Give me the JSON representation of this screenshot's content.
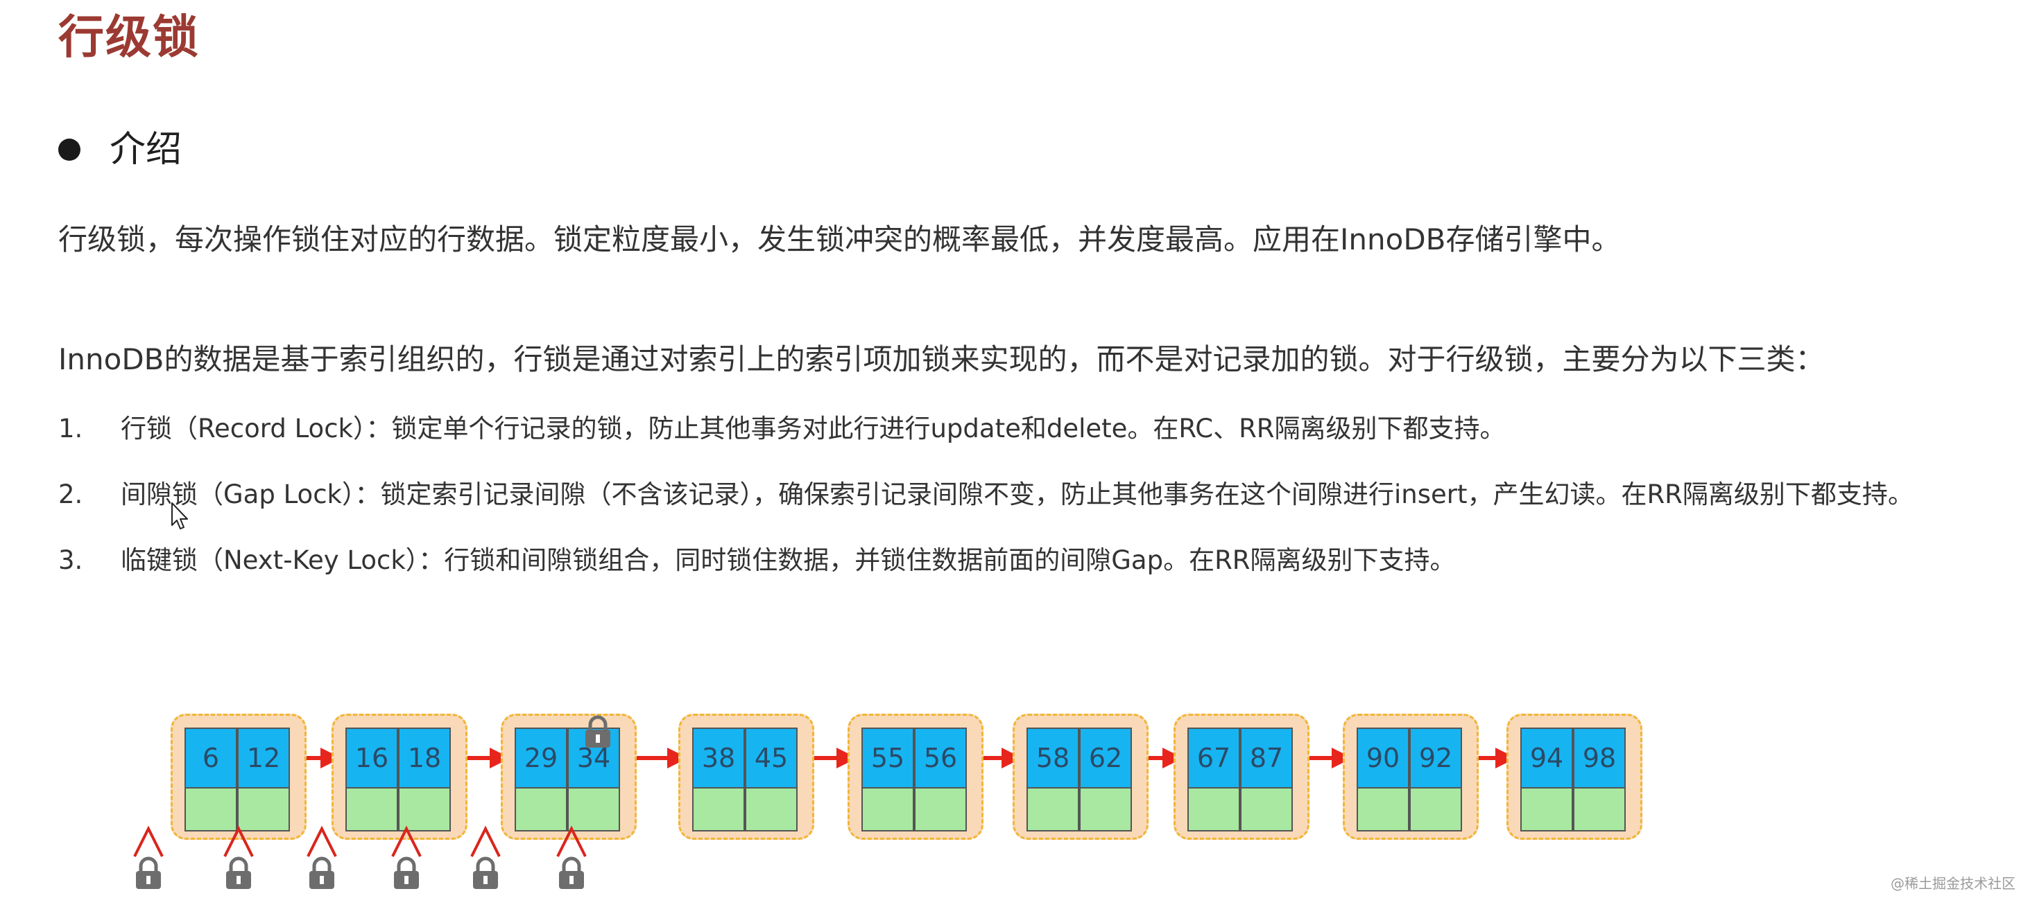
{
  "title": "行级锁",
  "section_heading": "介绍",
  "paragraph_1": "行级锁，每次操作锁住对应的行数据。锁定粒度最小，发生锁冲突的概率最低，并发度最高。应用在InnoDB存储引擎中。",
  "paragraph_2": "InnoDB的数据是基于索引组织的，行锁是通过对索引上的索引项加锁来实现的，而不是对记录加的锁。对于行级锁，主要分为以下三类：",
  "list": [
    {
      "number": "1.",
      "text": "行锁（Record Lock）：锁定单个行记录的锁，防止其他事务对此行进行update和delete。在RC、RR隔离级别下都支持。"
    },
    {
      "number": "2.",
      "text": "间隙锁（Gap Lock）：锁定索引记录间隙（不含该记录），确保索引记录间隙不变，防止其他事务在这个间隙进行insert，产生幻读。在RR隔离级别下都支持。"
    },
    {
      "number": "3.",
      "text": "临键锁（Next-Key Lock）：行锁和间隙锁组合，同时锁住数据，并锁住数据前面的间隙Gap。在RR隔离级别下支持。"
    }
  ],
  "diagram": {
    "nodes": [
      {
        "keys": [
          "6",
          "12"
        ]
      },
      {
        "keys": [
          "16",
          "18"
        ]
      },
      {
        "keys": [
          "29",
          "34"
        ]
      },
      {
        "keys": [
          "38",
          "45"
        ]
      },
      {
        "keys": [
          "55",
          "56"
        ]
      },
      {
        "keys": [
          "58",
          "62"
        ]
      },
      {
        "keys": [
          "67",
          "87"
        ]
      },
      {
        "keys": [
          "90",
          "92"
        ]
      },
      {
        "keys": [
          "94",
          "98"
        ]
      }
    ],
    "colors": {
      "node_fill": "#fad9b8",
      "node_border": "#f0b633",
      "key_fill": "#17b4f2",
      "data_fill": "#a8e8a0",
      "link_arrow": "#e8251c",
      "gap_marker": "#d9251c",
      "lock_icon": "#6d6d6d"
    },
    "icons": [
      "lock-icon",
      "gap-pointer-icon",
      "double-arrow-icon"
    ]
  },
  "watermark": "@稀土掘金技术社区"
}
